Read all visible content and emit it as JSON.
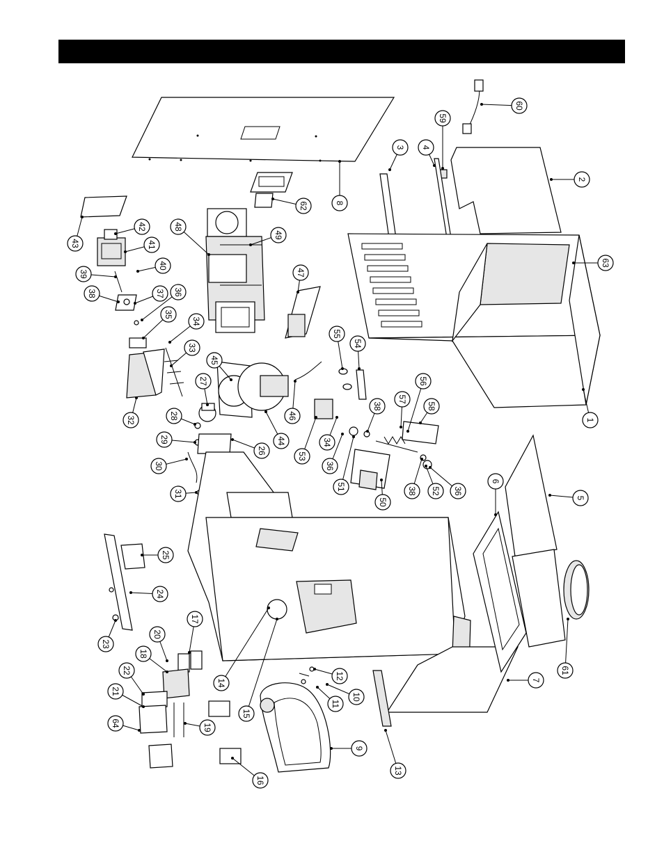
{
  "header": {
    "title": "",
    "color": "#000000"
  },
  "callouts": [
    {
      "id": "c1",
      "label": "1"
    },
    {
      "id": "c2",
      "label": "2"
    },
    {
      "id": "c3",
      "label": "3"
    },
    {
      "id": "c4",
      "label": "4"
    },
    {
      "id": "c5",
      "label": "5"
    },
    {
      "id": "c6",
      "label": "6"
    },
    {
      "id": "c7",
      "label": "7"
    },
    {
      "id": "c8",
      "label": "8"
    },
    {
      "id": "c9",
      "label": "9"
    },
    {
      "id": "c10",
      "label": "10"
    },
    {
      "id": "c11",
      "label": "11"
    },
    {
      "id": "c12",
      "label": "12"
    },
    {
      "id": "c13",
      "label": "13"
    },
    {
      "id": "c14",
      "label": "14"
    },
    {
      "id": "c15",
      "label": "15"
    },
    {
      "id": "c16",
      "label": "16"
    },
    {
      "id": "c17",
      "label": "17"
    },
    {
      "id": "c18",
      "label": "18"
    },
    {
      "id": "c19",
      "label": "19"
    },
    {
      "id": "c20",
      "label": "20"
    },
    {
      "id": "c21",
      "label": "21"
    },
    {
      "id": "c22",
      "label": "22"
    },
    {
      "id": "c23",
      "label": "23"
    },
    {
      "id": "c24",
      "label": "24"
    },
    {
      "id": "c25",
      "label": "25"
    },
    {
      "id": "c26",
      "label": "26"
    },
    {
      "id": "c27",
      "label": "27"
    },
    {
      "id": "c28",
      "label": "28"
    },
    {
      "id": "c29",
      "label": "29"
    },
    {
      "id": "c30",
      "label": "30"
    },
    {
      "id": "c31",
      "label": "31"
    },
    {
      "id": "c32",
      "label": "32"
    },
    {
      "id": "c33",
      "label": "33"
    },
    {
      "id": "c34a",
      "label": "34"
    },
    {
      "id": "c34b",
      "label": "34"
    },
    {
      "id": "c35",
      "label": "35"
    },
    {
      "id": "c36a",
      "label": "36"
    },
    {
      "id": "c36b",
      "label": "36"
    },
    {
      "id": "c36c",
      "label": "36"
    },
    {
      "id": "c37",
      "label": "37"
    },
    {
      "id": "c38a",
      "label": "38"
    },
    {
      "id": "c38b",
      "label": "38"
    },
    {
      "id": "c38c",
      "label": "38"
    },
    {
      "id": "c39",
      "label": "39"
    },
    {
      "id": "c40",
      "label": "40"
    },
    {
      "id": "c41",
      "label": "41"
    },
    {
      "id": "c42",
      "label": "42"
    },
    {
      "id": "c43",
      "label": "43"
    },
    {
      "id": "c44",
      "label": "44"
    },
    {
      "id": "c45",
      "label": "45"
    },
    {
      "id": "c46",
      "label": "46"
    },
    {
      "id": "c47",
      "label": "47"
    },
    {
      "id": "c48",
      "label": "48"
    },
    {
      "id": "c49",
      "label": "49"
    },
    {
      "id": "c50",
      "label": "50"
    },
    {
      "id": "c51",
      "label": "51"
    },
    {
      "id": "c52",
      "label": "52"
    },
    {
      "id": "c53",
      "label": "53"
    },
    {
      "id": "c54",
      "label": "54"
    },
    {
      "id": "c55",
      "label": "55"
    },
    {
      "id": "c56",
      "label": "56"
    },
    {
      "id": "c57",
      "label": "57"
    },
    {
      "id": "c58",
      "label": "58"
    },
    {
      "id": "c59",
      "label": "59"
    },
    {
      "id": "c60",
      "label": "60"
    },
    {
      "id": "c61",
      "label": "61"
    },
    {
      "id": "c62",
      "label": "62"
    },
    {
      "id": "c63",
      "label": "63"
    },
    {
      "id": "c64",
      "label": "64"
    }
  ]
}
